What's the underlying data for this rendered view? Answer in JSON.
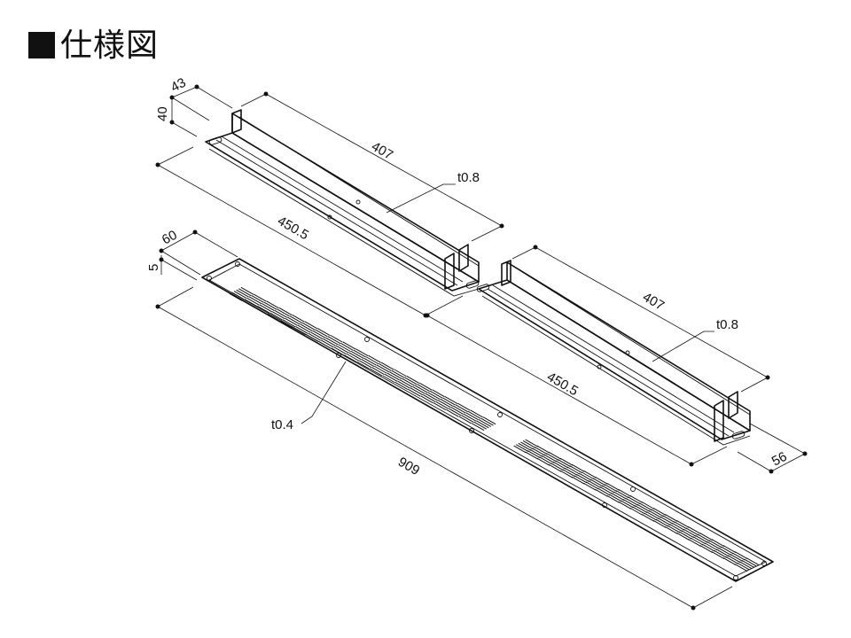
{
  "title": "仕様図",
  "dimensions": {
    "rail_width": "43",
    "rail_height": "40",
    "rail_length_upper": "407",
    "rail_length_lower": "407",
    "rail_thickness_upper": "t0.8",
    "rail_thickness_lower": "t0.8",
    "rail_overall_upper": "450.5",
    "rail_overall_lower": "450.5",
    "grille_width": "60",
    "grille_height": "5",
    "grille_thickness": "t0.4",
    "grille_length": "909",
    "rail_depth": "56"
  }
}
